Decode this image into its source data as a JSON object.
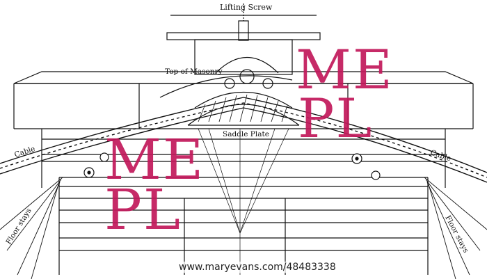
{
  "labels": {
    "lifting_screw": "Lifting Screw",
    "top_of_masonry": "Top of Masonry",
    "saddle_plate": "Saddle Plate",
    "cable_left": "Cable",
    "cable_right": "Cable",
    "floor_stays_left": "Floor stays",
    "floor_stays_right": "Floor stays"
  },
  "watermark": {
    "line1": "ME",
    "line2": "PL",
    "url": "www.maryevans.com/48483338",
    "color": "#c2185b"
  }
}
